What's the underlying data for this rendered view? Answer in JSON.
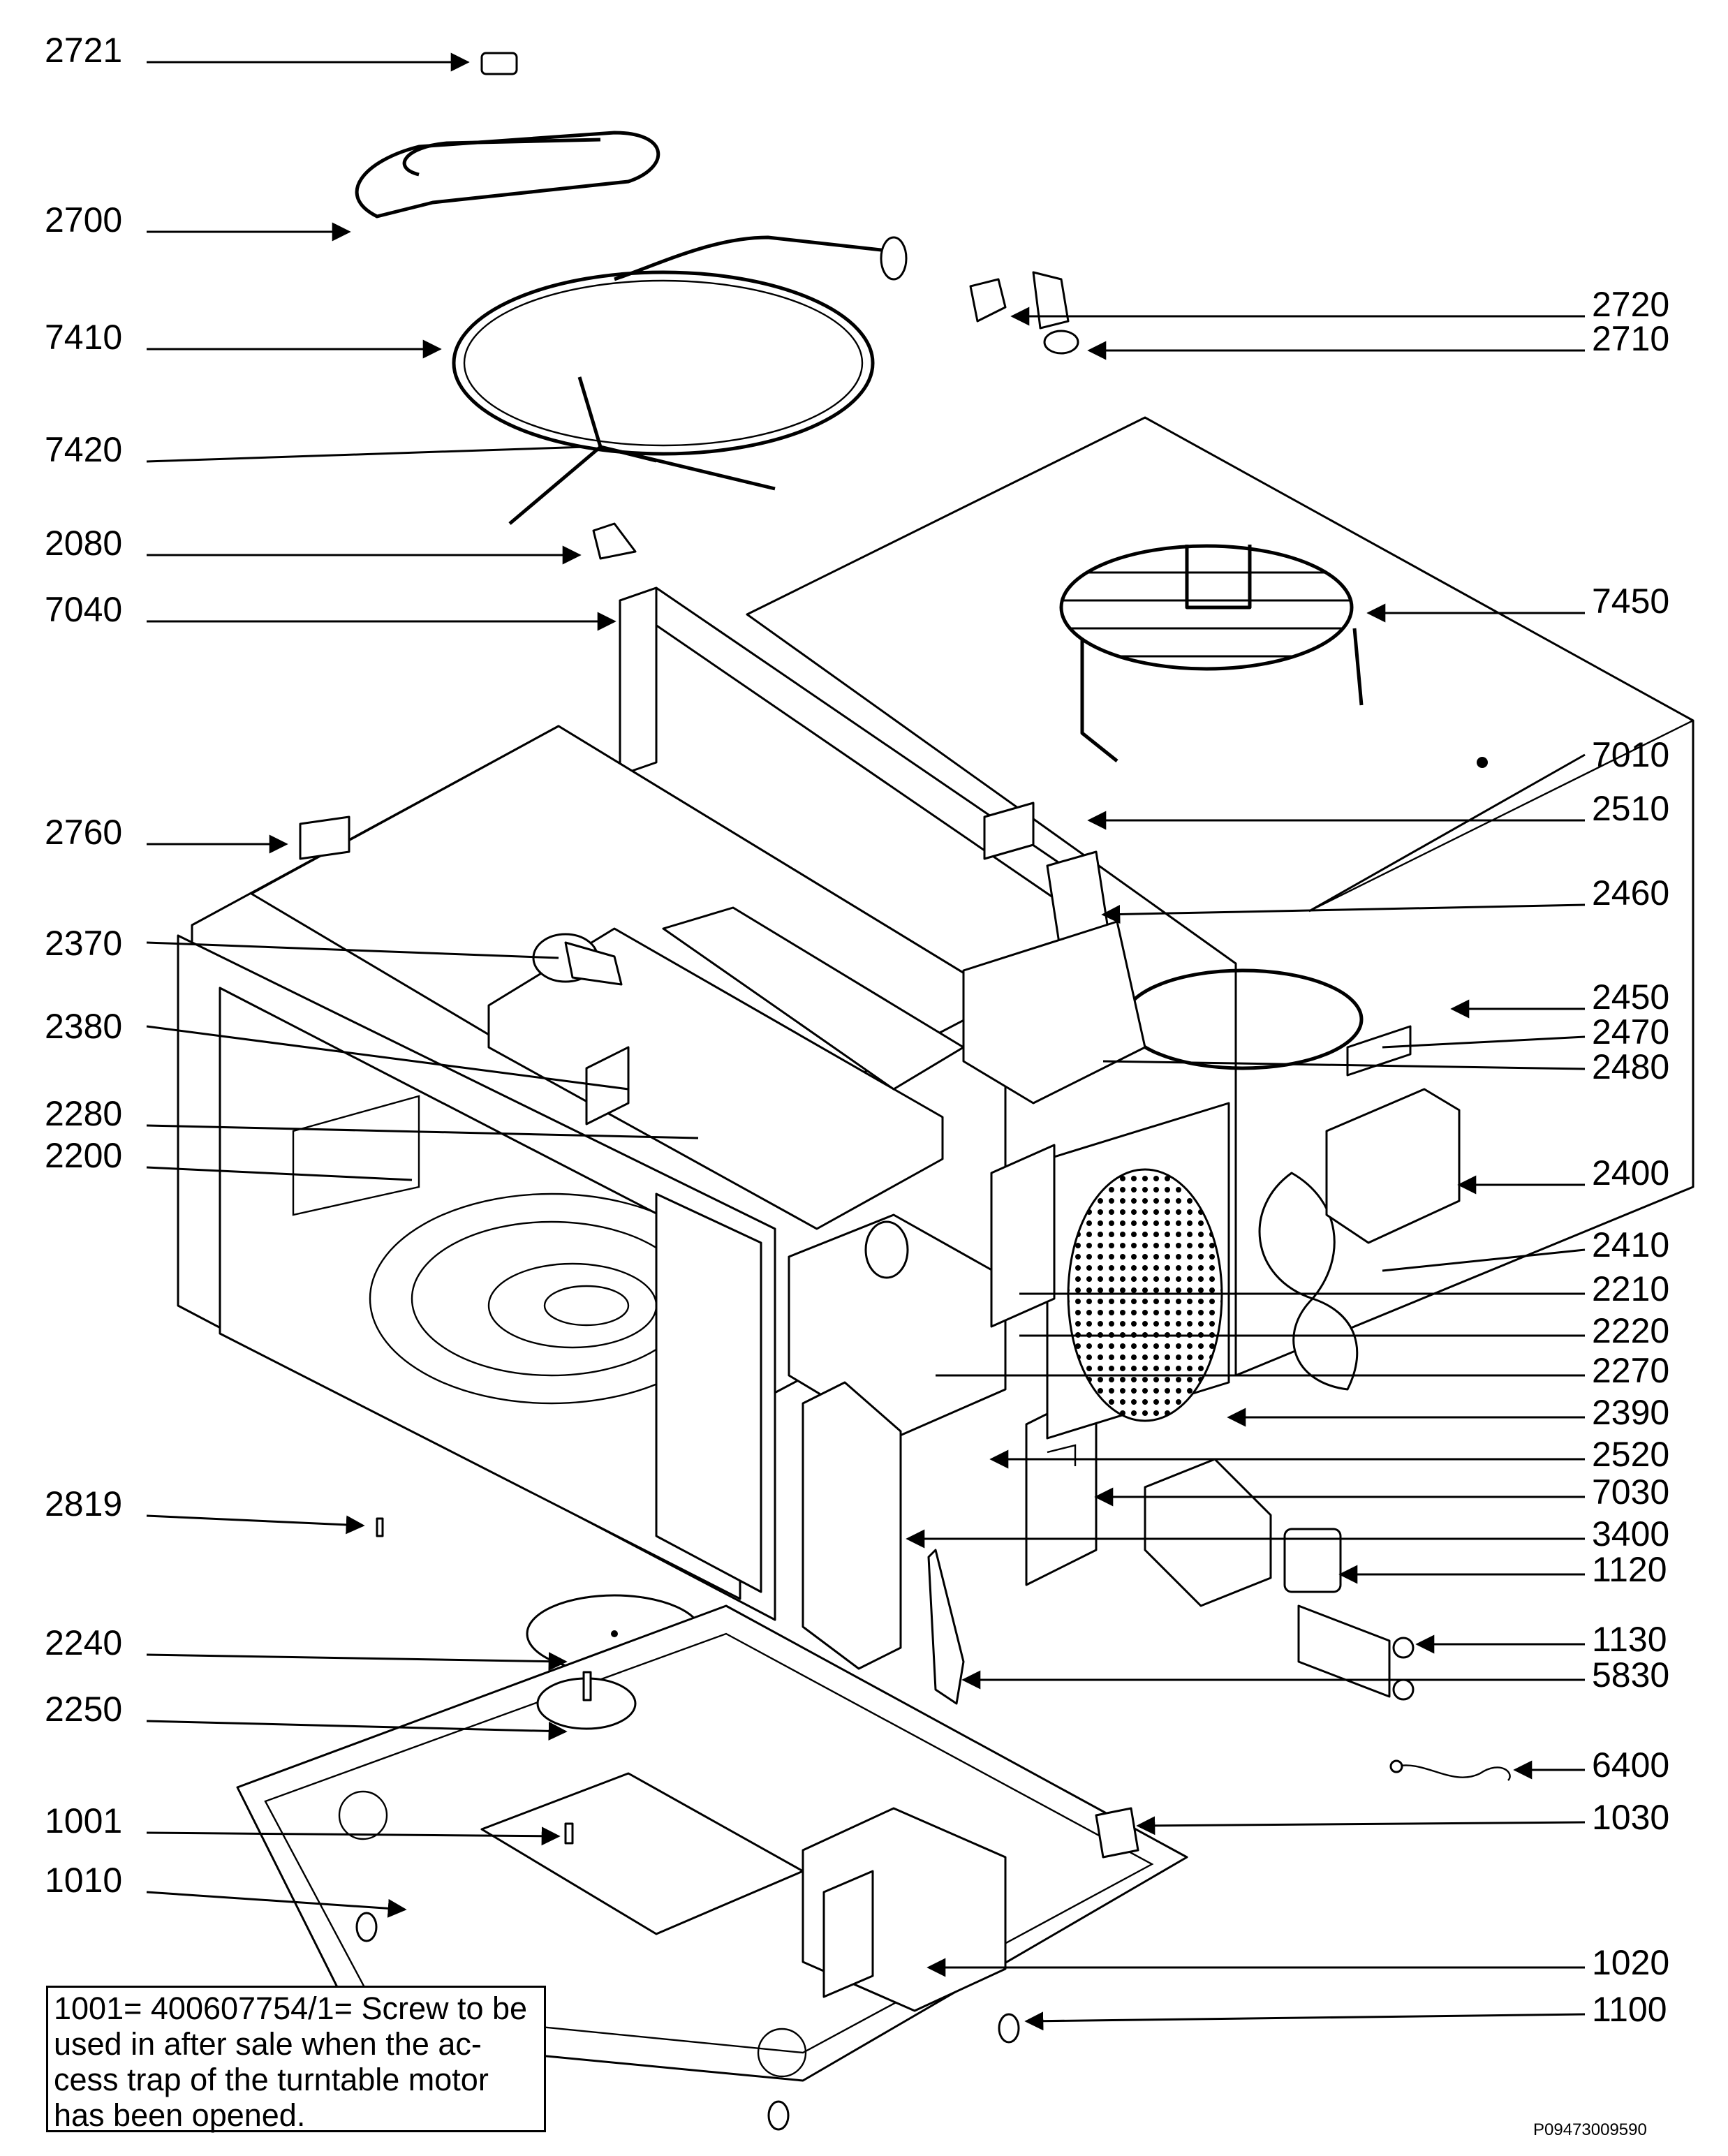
{
  "labels": {
    "l2721": "2721",
    "l2700": "2700",
    "l7410": "7410",
    "l7420": "7420",
    "l2080": "2080",
    "l7040": "7040",
    "l2760": "2760",
    "l2370": "2370",
    "l2380": "2380",
    "l2280": "2280",
    "l2200": "2200",
    "l2819": "2819",
    "l2240": "2240",
    "l2250": "2250",
    "l1001": "1001",
    "l1010": "1010",
    "l2720": "2720",
    "l2710": "2710",
    "l7450": "7450",
    "l7010": "7010",
    "l2510": "2510",
    "l2460": "2460",
    "l2450": "2450",
    "l2470": "2470",
    "l2480": "2480",
    "l2400": "2400",
    "l2410": "2410",
    "l2210": "2210",
    "l2220": "2220",
    "l2270": "2270",
    "l2390": "2390",
    "l2520": "2520",
    "l7030": "7030",
    "l3400": "3400",
    "l1120": "1120",
    "l1130": "1130",
    "l5830": "5830",
    "l6400": "6400",
    "l1030": "1030",
    "l1020": "1020",
    "l1100": "1100"
  },
  "note": {
    "line1": "1001= 400607754/1= Screw to be",
    "line2": "used in after sale when the ac-",
    "line3": "cess trap of the turntable motor",
    "line4": "has been opened."
  },
  "reference_code": "P09473009590"
}
